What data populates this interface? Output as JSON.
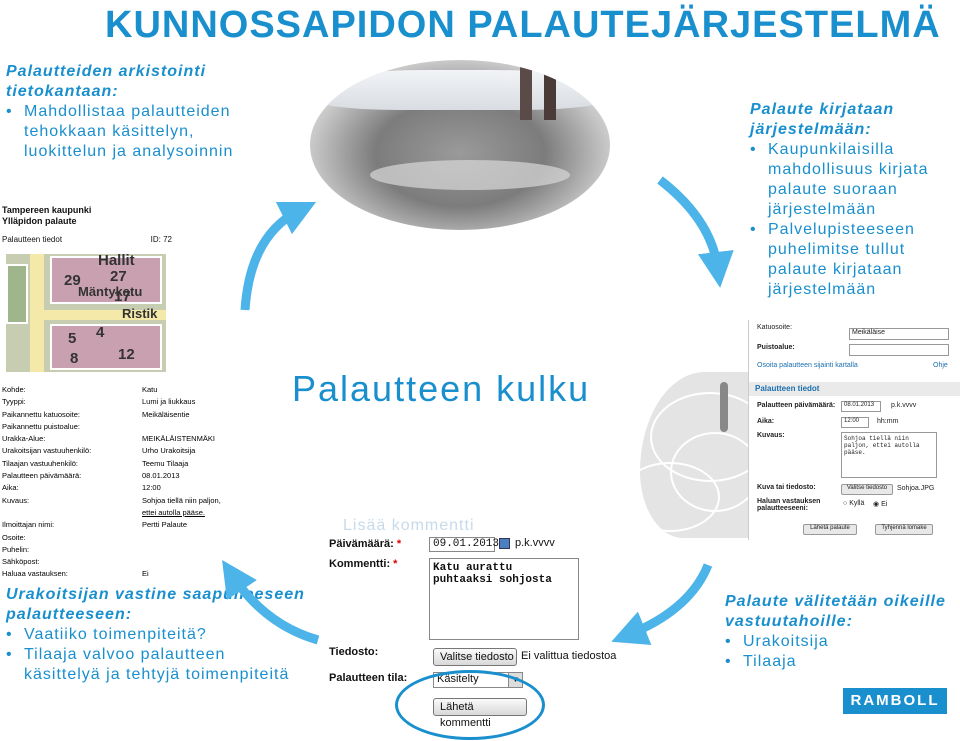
{
  "title": "KUNNOSSAPIDON PALAUTEJÄRJESTELMÄ",
  "center_title": "Palautteen kulku",
  "archive": {
    "heading": "Palautteiden arkistointi tietokantaan:",
    "items": [
      "Mahdollistaa palautteiden tehokkaan käsittelyn, luokittelun ja analysoinnin"
    ]
  },
  "entry": {
    "heading": "Palaute kirjataan järjestelmään:",
    "items": [
      "Kaupunkilaisilla mahdollisuus kirjata palaute suoraan järjestelmään",
      "Palvelupisteeseen puhelimitse tullut palaute kirjataan järjestelmään"
    ]
  },
  "forward": {
    "heading": "Palaute välitetään oikeille vastuutahoille:",
    "items": [
      "Urakoitsija",
      "Tilaaja"
    ]
  },
  "response": {
    "heading": "Urakoitsijan vastine saapuneeseen palautteeseen:",
    "items": [
      "Vaatiiko toimenpiteitä?",
      "Tilaaja valvoo palautteen käsittelyä ja tehtyjä toimenpiteitä"
    ]
  },
  "doc": {
    "org": "Tampereen kaupunki",
    "unit": "Ylläpidon palaute",
    "section": "Palautteen tiedot",
    "id": "ID: 72",
    "map_labels": [
      "Hallit",
      "Mäntykatu",
      "Ristik",
      "27",
      "29",
      "4",
      "17",
      "5",
      "12",
      "8"
    ],
    "rows": [
      {
        "k": "Kohde:",
        "v": "Katu"
      },
      {
        "k": "Tyyppi:",
        "v": "Lumi ja liukkaus"
      },
      {
        "k": "Paikannettu katuosoite:",
        "v": "Meikäläisentie"
      },
      {
        "k": "Paikannettu puistoalue:",
        "v": ""
      },
      {
        "k": "Urakka-Alue:",
        "v": "MEIKÄLÄISTENMÄKI"
      },
      {
        "k": "Urakoitsijan vastuuhenkilö:",
        "v": "Urho Urakoitsija"
      },
      {
        "k": "Tilaajan vastuuhenkilö:",
        "v": "Teemu Tilaaja"
      },
      {
        "k": "Palautteen päivämäärä:",
        "v": "08.01.2013"
      },
      {
        "k": "Aika:",
        "v": "12:00"
      },
      {
        "k": "Kuvaus:",
        "v": "Sohjoa tiellä niin paljon,"
      },
      {
        "k": "",
        "v": "ettei autolla pääse."
      },
      {
        "k": "Ilmoittajan nimi:",
        "v": "Pertti Palaute"
      },
      {
        "k": "Osoite:",
        "v": ""
      },
      {
        "k": "Puhelin:",
        "v": ""
      },
      {
        "k": "Sähköpost:",
        "v": ""
      },
      {
        "k": "Haluaa vastauksen:",
        "v": "Ei"
      }
    ]
  },
  "form_right": {
    "katuosoite": "Katuosoite:",
    "katuosoite_val": "Meikäläise",
    "puistoalue": "Puistoalue:",
    "map_link": "Osoita palautteen sijainti kartalla",
    "help": "Ohje",
    "section": "Palautteen tiedot",
    "date_label": "Palautteen päivämäärä:",
    "date_val": "08.01.2013",
    "date_fmt": "p.k.vvvv",
    "time_label": "Aika:",
    "time_val": "12:00",
    "time_fmt": "hh:mm",
    "desc_label": "Kuvaus:",
    "desc_val": "Sohjoa tiellä niin paljon, ettei autolla pääse.",
    "file_label": "Kuva tai tiedosto:",
    "file_btn": "Valitse tiedosto",
    "file_val": "Sohjoa.JPG",
    "reply_label": "Haluan vastauksen palautteeseeni:",
    "reply_yes": "Kyllä",
    "reply_no": "Ei",
    "send_btn": "Lähetä palaute",
    "clear_btn": "Tyhjennä lomake"
  },
  "comment_form": {
    "ghost": "Lisää kommentti",
    "date_label": "Päivämäärä:",
    "date_val": "09.01.2013",
    "date_fmt": "p.k.vvvv",
    "comment_label": "Kommentti:",
    "comment_val": "Katu aurattu puhtaaksi sohjosta",
    "file_label": "Tiedosto:",
    "file_btn": "Valitse tiedosto",
    "file_status": "Ei valittua tiedostoa",
    "state_label": "Palautteen tila:",
    "state_val": "Käsitelty",
    "send_btn": "Lähetä kommentti"
  },
  "logo": "RAMBOLL",
  "colors": {
    "accent": "#1a8fce",
    "arrow": "#4cb4e8",
    "required": "#dd0000"
  }
}
